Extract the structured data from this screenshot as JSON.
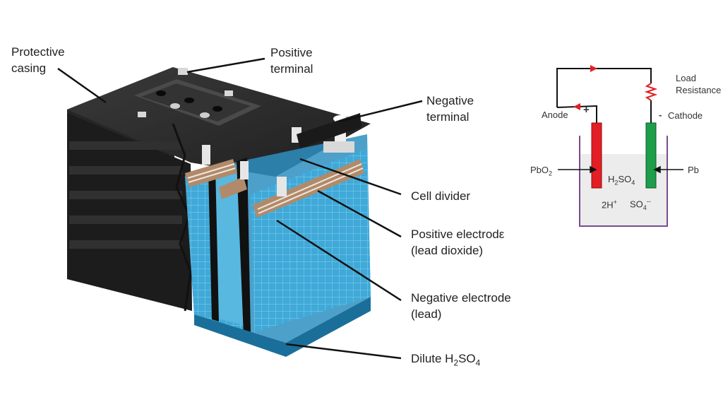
{
  "battery": {
    "protective_casing": [
      "Protective",
      "casing"
    ],
    "positive_terminal": [
      "Positive",
      "terminal"
    ],
    "negative_terminal": [
      "Negative",
      "terminal"
    ],
    "cell_divider": "Cell divider",
    "positive_electrode": [
      "Positive electrodε",
      "(lead dioxide)"
    ],
    "negative_electrode": [
      "Negative electrode",
      "(lead)"
    ],
    "electrolyte": {
      "prefix": "Dilute H",
      "sub1": "2",
      "mid": "SO",
      "sub2": "4"
    }
  },
  "circuit": {
    "load": [
      "Load",
      "Resistance"
    ],
    "anode": "Anode",
    "cathode": "Cathode",
    "plus": "+",
    "minus": "-",
    "pbo2": {
      "base": "PbO",
      "sub": "2"
    },
    "pb": "Pb",
    "h2so4": {
      "a": "H",
      "sub1": "2",
      "b": "SO",
      "sub2": "4"
    },
    "h_ion": {
      "base": "2H",
      "sup": "+"
    },
    "so4_ion": {
      "base": "SO",
      "sub": "4",
      "sup": "--"
    }
  },
  "colors": {
    "casing": "#2b2b2b",
    "electrolyte": "#3fa9d8",
    "anode_plate": "#e31e24",
    "cathode_plate": "#1e9e4a",
    "wire_arrow": "#e31e24",
    "beaker": "#7a4a8c"
  }
}
